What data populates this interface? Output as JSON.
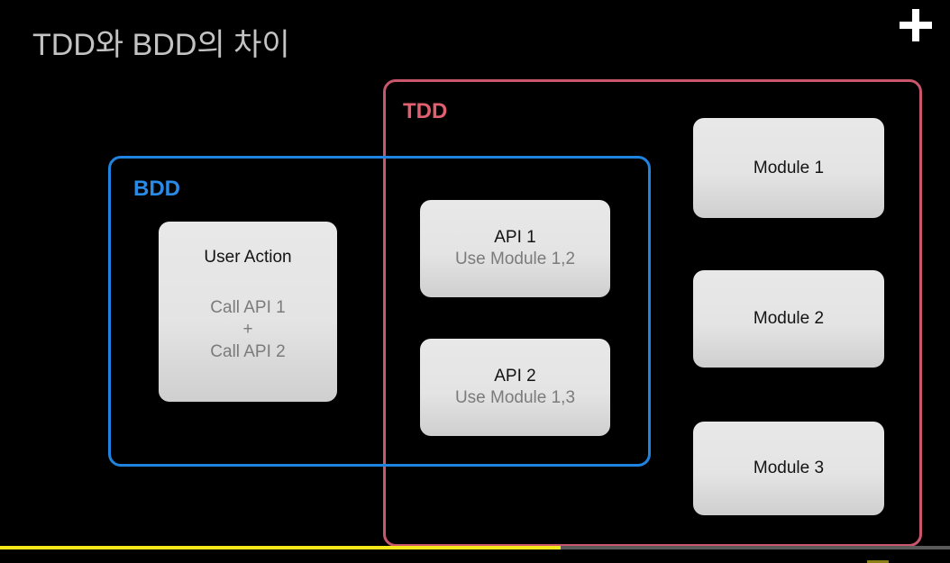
{
  "slide": {
    "title": "TDD와 BDD의 차이",
    "background_color": "#000000",
    "title_color": "#c3c3c3"
  },
  "header": {
    "add_icon": "plus-icon"
  },
  "groups": [
    {
      "id": "tdd",
      "label": "TDD",
      "border_color": "#c9566b",
      "label_color": "#e06070"
    },
    {
      "id": "bdd",
      "label": "BDD",
      "border_color": "#1f84e0",
      "label_color": "#2a8ae8"
    }
  ],
  "cards": {
    "user_action": {
      "title": "User Action",
      "sub_line_1": "Call API 1",
      "sub_line_2": "+",
      "sub_line_3": "Call API 2"
    },
    "api_1": {
      "title": "API 1",
      "subtitle": "Use Module 1,2"
    },
    "api_2": {
      "title": "API 2",
      "subtitle": "Use Module 1,3"
    },
    "module_1": {
      "title": "Module 1"
    },
    "module_2": {
      "title": "Module 2"
    },
    "module_3": {
      "title": "Module 3"
    }
  },
  "player": {
    "progress_percent": 59,
    "progress_color": "#f5e71a",
    "track_color": "#5a5a5a"
  }
}
